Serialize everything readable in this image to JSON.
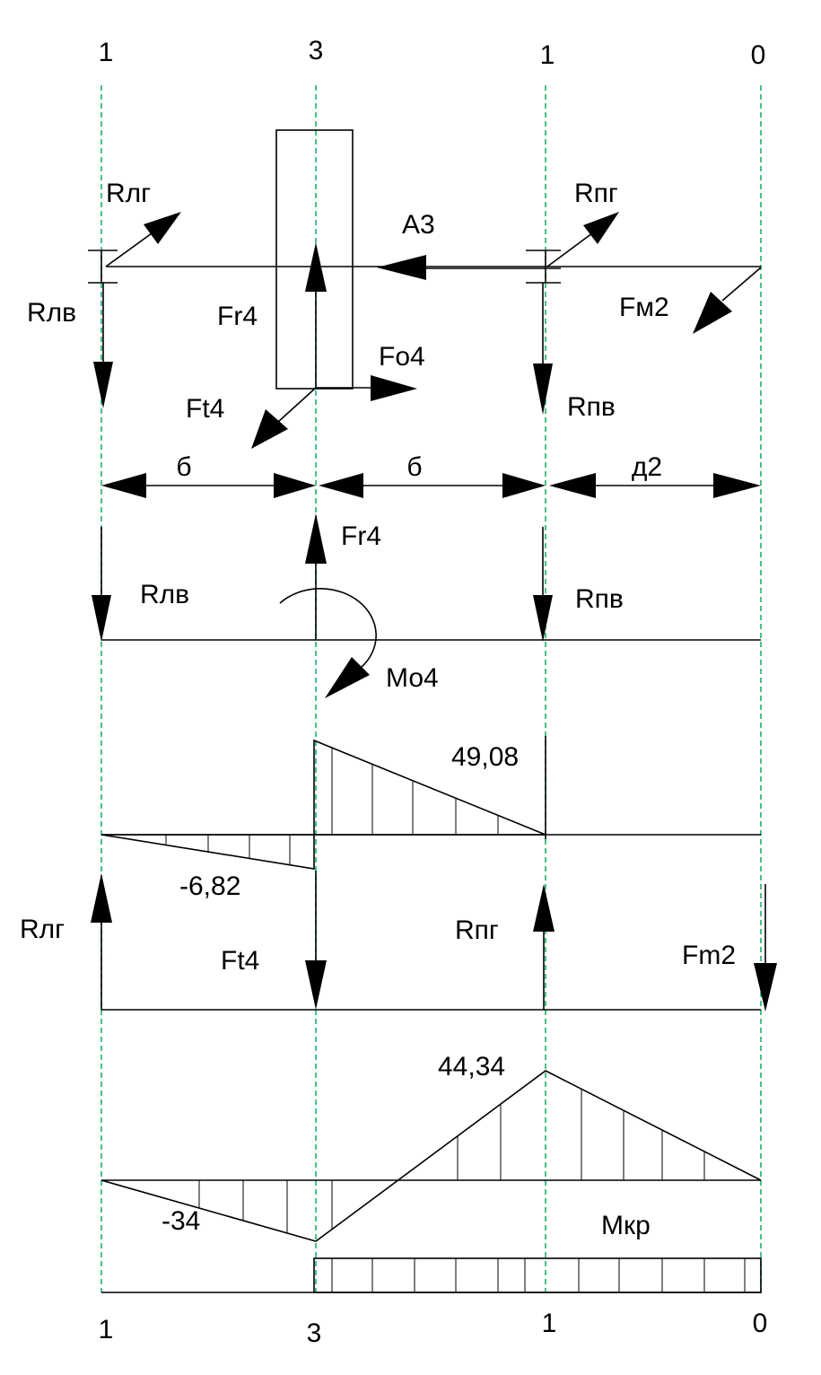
{
  "section_labels_top": [
    "1",
    "3",
    "1",
    "0"
  ],
  "section_labels_bottom": [
    "1",
    "3",
    "1",
    "0"
  ],
  "forces": {
    "r_lg_top": "Rлг",
    "r_pg_top": "Rпг",
    "a3": "А3",
    "r_lv_top": "Rлв",
    "fr4_top": "Fr4",
    "fm2_top": "Fм2",
    "fo4": "Fо4",
    "ft4_top": "Ft4",
    "r_pv_top": "Rпв"
  },
  "dimensions": [
    "б",
    "б",
    "д2"
  ],
  "vertical_plane": {
    "fr4": "Fr4",
    "r_lv": "Rлв",
    "r_pv": "Rпв",
    "mo4": "Мо4"
  },
  "moment_vertical": {
    "peak_label": "49,08",
    "negative_label": "-6,82"
  },
  "horizontal_plane": {
    "r_lg": "Rлг",
    "ft4": "Ft4",
    "r_pg": "Rпг",
    "fm2": "Fm2"
  },
  "moment_horizontal": {
    "peak_label": "44,34",
    "negative_label": "-34"
  },
  "torque": {
    "label": "Мкр"
  }
}
